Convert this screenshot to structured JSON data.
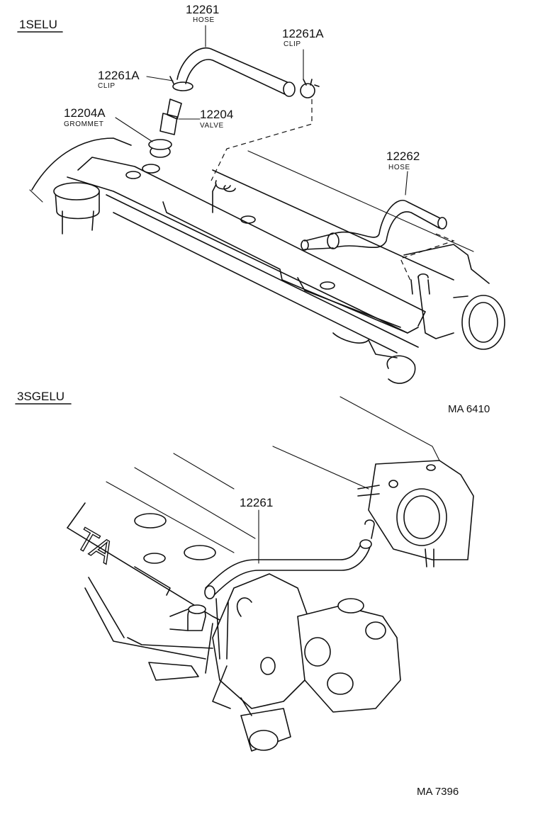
{
  "sections": [
    {
      "title": "1SELU",
      "ref": "MA  6410"
    },
    {
      "title": "3SGELU",
      "ref": "MA 7396"
    }
  ],
  "parts": [
    {
      "number": "12261",
      "desc": "HOSE"
    },
    {
      "number": "12261A",
      "desc": "CLIP"
    },
    {
      "number": "12261A",
      "desc": "CLIP"
    },
    {
      "number": "12204A",
      "desc": "GROMMET"
    },
    {
      "number": "12204",
      "desc": "VALVE"
    },
    {
      "number": "12262",
      "desc": "HOSE"
    },
    {
      "number": "12261",
      "desc": ""
    }
  ],
  "engine_lettering": "TA"
}
